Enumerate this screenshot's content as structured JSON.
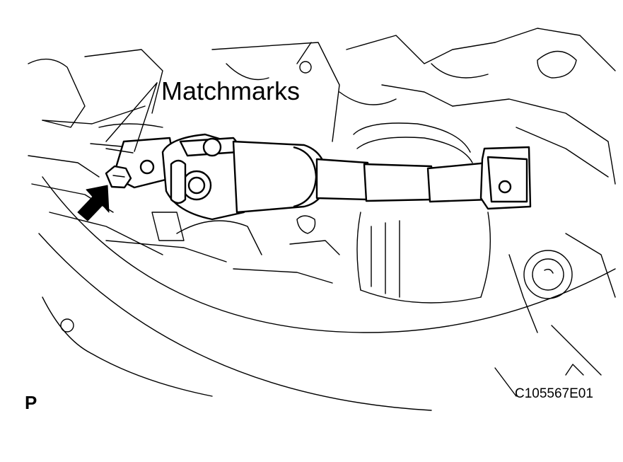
{
  "diagram": {
    "callout_label": "Matchmarks",
    "view_code": "P",
    "figure_id": "C105567E01",
    "colors": {
      "ink": "#000000",
      "paper": "#ffffff"
    },
    "icons": [
      "arrow-icon"
    ]
  }
}
